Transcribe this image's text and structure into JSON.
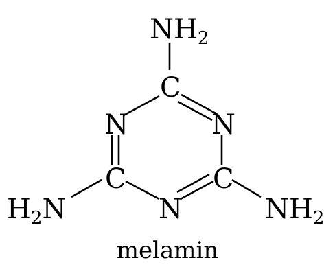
{
  "molecule": {
    "atoms": {
      "amine_top": {
        "element": "NH",
        "subscript": "2"
      },
      "amine_left": {
        "element": "H",
        "subscript": "2",
        "suffix": "N"
      },
      "amine_right": {
        "element": "NH",
        "subscript": "2"
      },
      "carbon_top": "C",
      "carbon_left": "C",
      "carbon_right": "C",
      "nitrogen_upper_left": "N",
      "nitrogen_upper_right": "N",
      "nitrogen_bottom": "N"
    },
    "caption": "melamin"
  }
}
